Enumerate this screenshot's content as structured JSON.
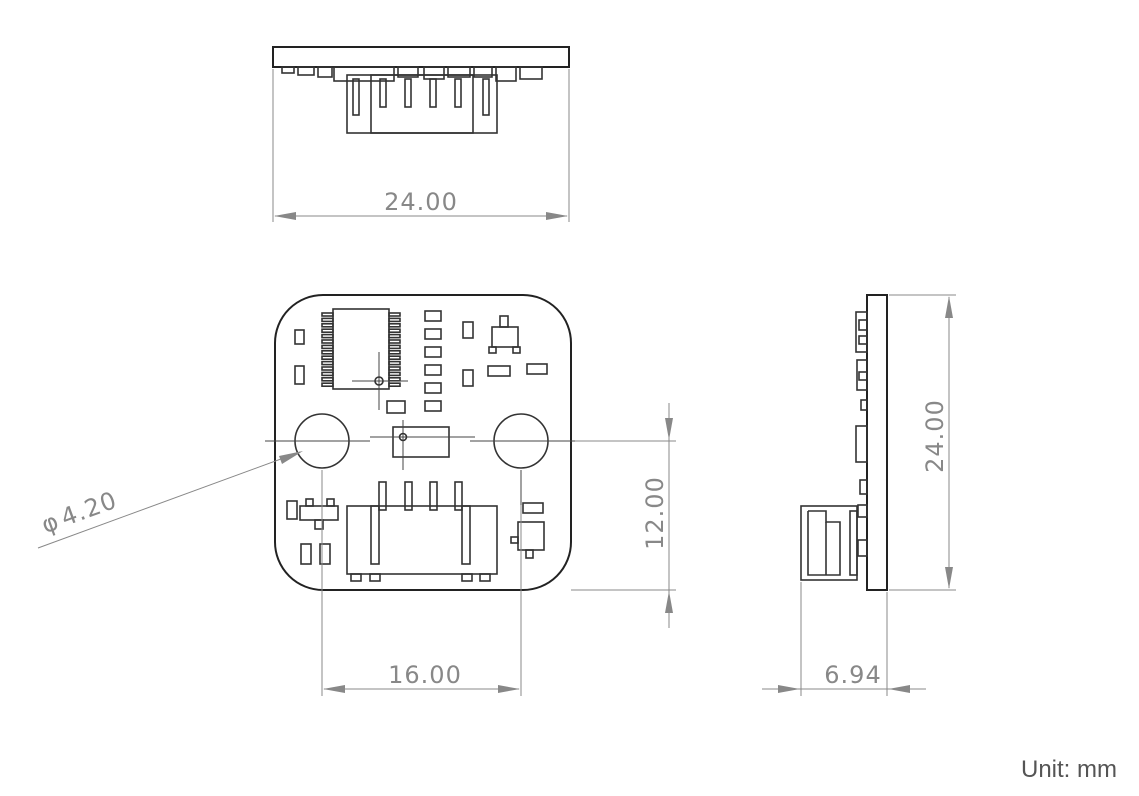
{
  "dimensions": {
    "top_width": "24.00",
    "side_height": "24.00",
    "hole_diameter": "4.20",
    "hole_diameter_symbol": "φ",
    "hole_spacing": "16.00",
    "hole_height": "12.00",
    "thickness": "6.94"
  },
  "unit_label": "Unit: mm",
  "colors": {
    "outline": "#222222",
    "dimension": "#888888"
  }
}
